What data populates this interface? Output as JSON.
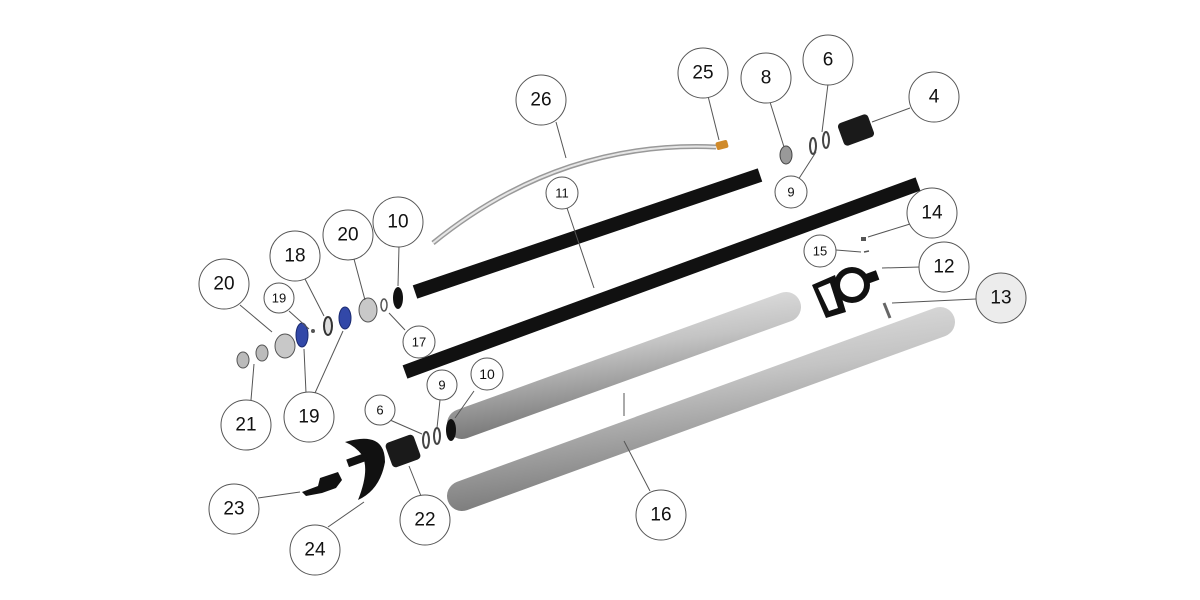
{
  "diagram": {
    "title": "",
    "callouts": [
      "26",
      "25",
      "8",
      "6",
      "4",
      "11",
      "9",
      "14",
      "15",
      "12",
      "13",
      "10",
      "20",
      "18",
      "20",
      "19",
      "17",
      "10",
      "9",
      "6",
      "21",
      "19",
      "23",
      "24",
      "22",
      "16"
    ]
  },
  "colors": {
    "tube_black": "#111111",
    "tube_silver": "#b8b8b8",
    "seal_blue": "#3248a8",
    "fitting_orange": "#d08a2a",
    "callout_highlight": "#ececec"
  }
}
